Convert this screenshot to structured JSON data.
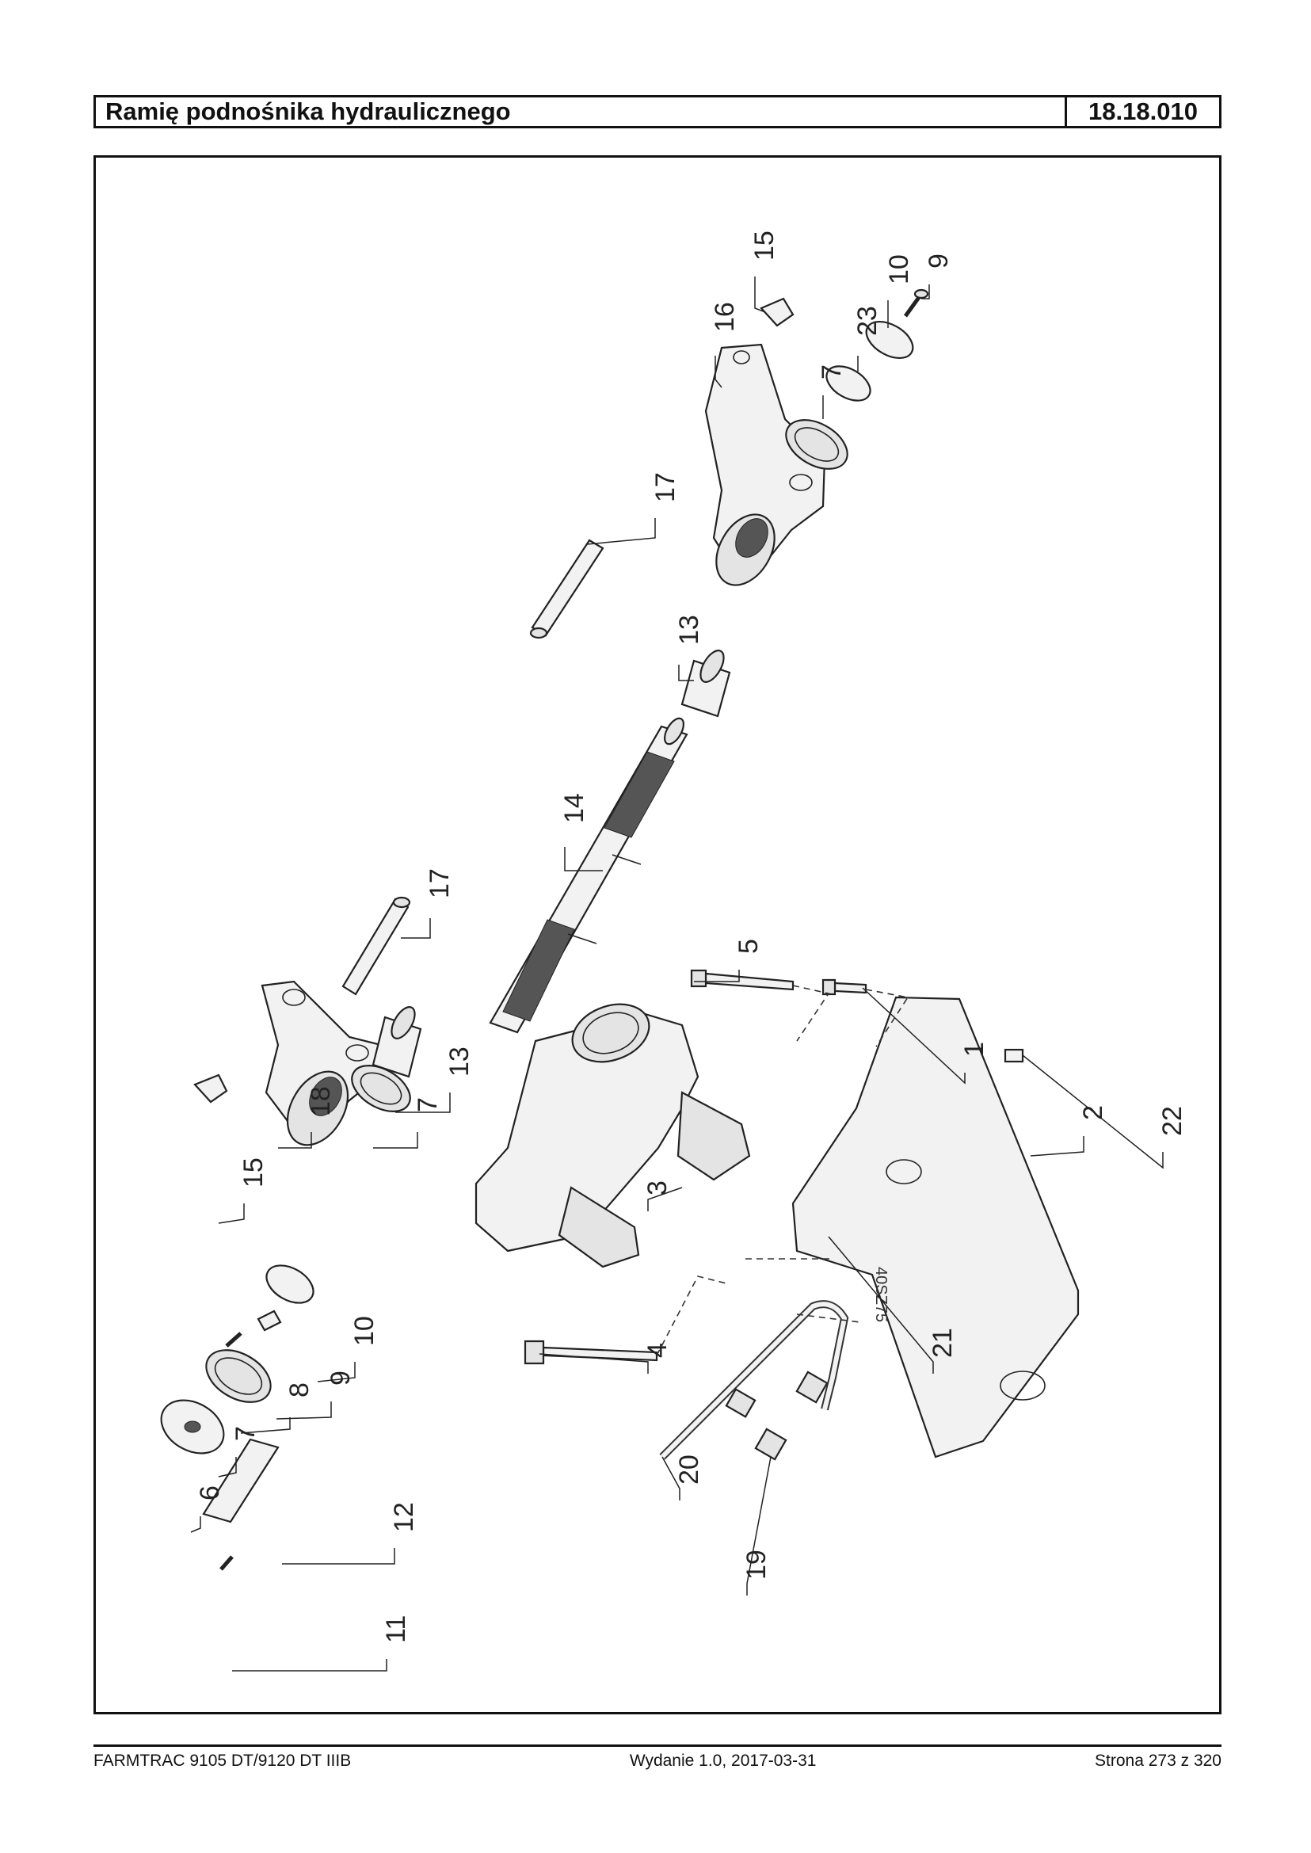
{
  "header": {
    "title": "Ramię podnośnika hydraulicznego",
    "code": "18.18.010"
  },
  "footer": {
    "model": "FARMTRAC 9105 DT/9120 DT IIIB",
    "edition": "Wydanie 1.0,  2017-03-31",
    "page": "Strona 273 z 320"
  },
  "drawing": {
    "cover_stamp": "40SZ75",
    "callouts": {
      "p1": "1",
      "p2": "2",
      "p3": "3",
      "p4": "4",
      "p5": "5",
      "p6": "6",
      "p7a": "7",
      "p7b": "7",
      "p7c": "7",
      "p8": "8",
      "p9a": "9",
      "p9b": "9",
      "p10a": "10",
      "p10b": "10",
      "p11": "11",
      "p12": "12",
      "p13a": "13",
      "p13b": "13",
      "p14": "14",
      "p15a": "15",
      "p15b": "15",
      "p16": "16",
      "p17a": "17",
      "p17b": "17",
      "p18": "18",
      "p19": "19",
      "p20": "20",
      "p21": "21",
      "p22": "22",
      "p23": "23"
    }
  }
}
